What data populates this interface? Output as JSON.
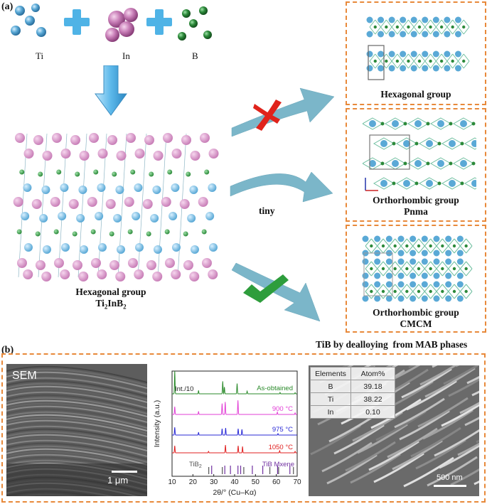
{
  "panel_a": {
    "label": "(a)",
    "elements": {
      "ti": "Ti",
      "in": "In",
      "b": "B"
    },
    "main_structure": {
      "line1": "Hexagonal group",
      "formula_main": "Ti",
      "sub1": "2",
      "formula_mid": "InB",
      "sub2": "2"
    },
    "middle_arrow_label": "tiny",
    "results": [
      {
        "title": "Hexagonal group",
        "subtitle": ""
      },
      {
        "title": "Orthorhombic group",
        "subtitle": "Pnma"
      },
      {
        "title": "Orthorhombic group",
        "subtitle": "CMCM"
      }
    ]
  },
  "panel_b": {
    "label": "(b)",
    "heading": "TiB by dealloying  from MAB phases",
    "sem_left": {
      "label": "SEM",
      "scale": "1 μm"
    },
    "sem_right": {
      "scale": "500 nm"
    },
    "table": {
      "headers": [
        "Elements",
        "Atom%"
      ],
      "rows": [
        [
          "B",
          "39.18"
        ],
        [
          "Ti",
          "38.22"
        ],
        [
          "In",
          "0.10"
        ]
      ]
    }
  },
  "colors": {
    "dash_border": "#e8893a",
    "arrow": "#7bb6c9",
    "cross": "#e0231b",
    "check": "#2e9d3c",
    "ti_atom": "#5aa9d6",
    "in_atom": "#c97fb8",
    "b_atom": "#2c8a3a"
  },
  "chart_data": {
    "type": "line",
    "xlabel": "2θ/° (Cu–Kα)",
    "ylabel": "Intensity (a.u.)",
    "xlim": [
      10,
      70
    ],
    "xticks": [
      10,
      20,
      30,
      40,
      50,
      60,
      70
    ],
    "annotation": "Int./10",
    "series": [
      {
        "name": "As-obtained",
        "color": "#2a8a2a",
        "peaks": [
          [
            11.3,
            1.0
          ],
          [
            22.7,
            0.15
          ],
          [
            34.3,
            0.55
          ],
          [
            35.1,
            0.3
          ],
          [
            41.2,
            0.45
          ],
          [
            46.0,
            0.12
          ],
          [
            61.8,
            0.06
          ],
          [
            69.0,
            0.05
          ]
        ]
      },
      {
        "name": "900 °C",
        "color": "#e23fd6",
        "peaks": [
          [
            11.3,
            0.5
          ],
          [
            22.7,
            0.2
          ],
          [
            34.0,
            0.7
          ],
          [
            35.5,
            0.8
          ],
          [
            41.6,
            0.9
          ],
          [
            60.5,
            0.15
          ],
          [
            69.0,
            0.1
          ]
        ]
      },
      {
        "name": "975 °C",
        "color": "#2a2ad6",
        "peaks": [
          [
            11.3,
            0.55
          ],
          [
            22.7,
            0.2
          ],
          [
            34.0,
            0.45
          ],
          [
            35.7,
            0.5
          ],
          [
            41.7,
            0.45
          ],
          [
            43.5,
            0.4
          ],
          [
            60.8,
            0.1
          ]
        ]
      },
      {
        "name": "1050 °C",
        "color": "#e02020",
        "peaks": [
          [
            11.3,
            0.5
          ],
          [
            27.5,
            0.1
          ],
          [
            35.6,
            0.55
          ],
          [
            41.7,
            0.5
          ],
          [
            43.8,
            0.45
          ],
          [
            61.6,
            0.15
          ],
          [
            69.0,
            0.1
          ]
        ]
      }
    ],
    "references": [
      {
        "name": "TiB",
        "sub": "2",
        "color": "#555555",
        "lines": [
          27.6,
          34.1,
          44.4,
          56.9,
          61.1,
          68.2
        ]
      },
      {
        "name": "TiB Mxene",
        "color": "#7030a0",
        "lines": [
          29.0,
          35.3,
          38.0,
          41.6,
          42.9,
          48.5,
          53.5,
          60.6,
          66.5
        ]
      }
    ]
  }
}
